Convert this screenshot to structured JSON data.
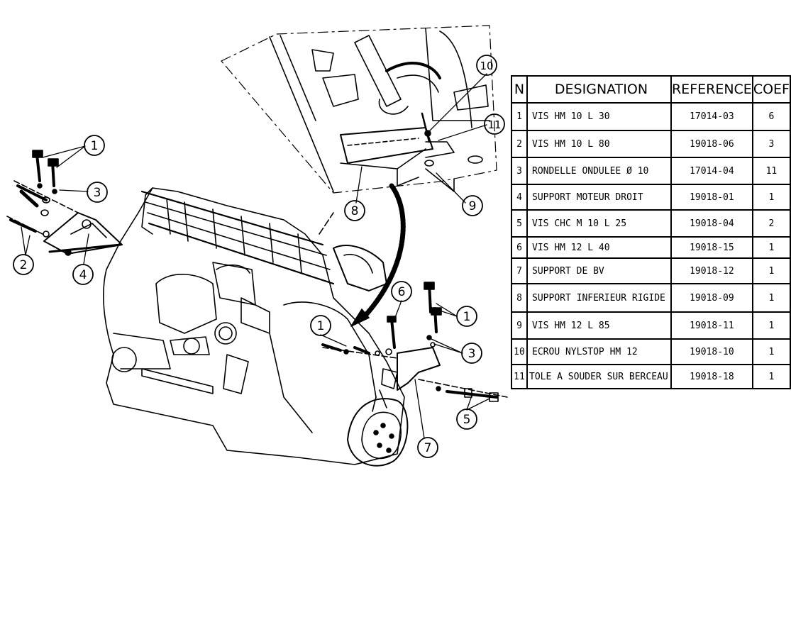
{
  "table": {
    "headers": {
      "n": "N",
      "designation": "DESIGNATION",
      "reference": "REFERENCE",
      "coef": "COEF"
    },
    "rows": [
      {
        "n": "1",
        "designation": "VIS HM 10  L 30",
        "reference": "17014-03",
        "coef": "6"
      },
      {
        "n": "2",
        "designation": "VIS HM 10  L 80",
        "reference": "19018-06",
        "coef": "3"
      },
      {
        "n": "3",
        "designation": "RONDELLE ONDULEE Ø 10",
        "reference": "17014-04",
        "coef": "11"
      },
      {
        "n": "4",
        "designation": "SUPPORT MOTEUR DROIT",
        "reference": "19018-01",
        "coef": "1"
      },
      {
        "n": "5",
        "designation": "VIS CHC M 10  L 25",
        "reference": "19018-04",
        "coef": "2"
      },
      {
        "n": "6",
        "designation": "VIS HM 12   L 40",
        "reference": "19018-15",
        "coef": "1"
      },
      {
        "n": "7",
        "designation": "SUPPORT DE BV",
        "reference": "19018-12",
        "coef": "1"
      },
      {
        "n": "8",
        "designation": "SUPPORT INFERIEUR RIGIDE",
        "reference": "19018-09",
        "coef": "1"
      },
      {
        "n": "9",
        "designation": "VIS HM 12   L 85",
        "reference": "19018-11",
        "coef": "1"
      },
      {
        "n": "10",
        "designation": "ECROU NYLSTOP HM 12",
        "reference": "19018-10",
        "coef": "1"
      },
      {
        "n": "11",
        "designation": "TOLE A SOUDER SUR BERCEAU",
        "reference": "19018-18",
        "coef": "1"
      }
    ]
  },
  "callouts": {
    "c1a": "1",
    "c2": "2",
    "c3a": "3",
    "c4": "4",
    "c10": "10",
    "c11": "11",
    "c8": "8",
    "c9": "9",
    "c6": "6",
    "c1b": "1",
    "c1c": "1",
    "c3b": "3",
    "c5": "5",
    "c7": "7"
  }
}
